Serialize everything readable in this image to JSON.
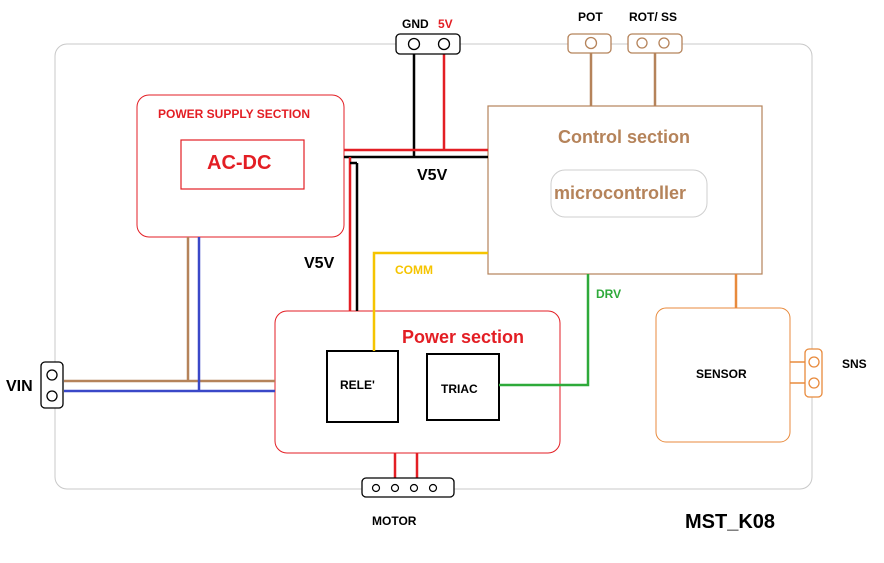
{
  "board": {
    "name": "MST_K08"
  },
  "connectors": {
    "gnd_label": "GND",
    "v5_label": "5V",
    "pot_label": "POT",
    "rot_label": "ROT/ SS",
    "vin_label": "VIN",
    "sns_label": "SNS",
    "motor_label": "MOTOR"
  },
  "blocks": {
    "power_supply_title": "POWER SUPPLY SECTION",
    "acdc_label": "AC-DC",
    "control_title": "Control section",
    "micro_label": "microcontroller",
    "power_title": "Power section",
    "rele_label": "RELE'",
    "triac_label": "TRIAC",
    "sensor_label": "SENSOR"
  },
  "signals": {
    "v5v_top": "V5V",
    "v5v_left": "V5V",
    "comm": "COMM",
    "drv": "DRV"
  },
  "colors": {
    "red": "#e31e24",
    "black": "#000000",
    "brown": "#b5835a",
    "blue": "#3a48c8",
    "yellow": "#f5c400",
    "green": "#2eaa3a",
    "orange": "#e88a3c",
    "board_outline": "#c8c8c8"
  }
}
